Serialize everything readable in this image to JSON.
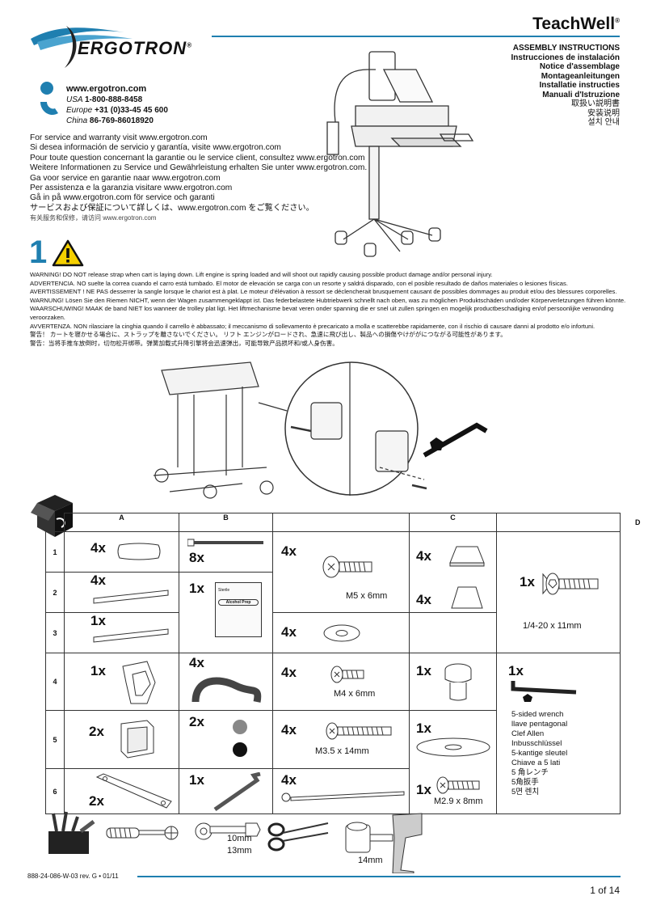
{
  "header": {
    "brand": "ERGOTRON",
    "product": "TeachWell",
    "product_mark": "®",
    "instructions": [
      "ASSEMBLY INSTRUCTIONS",
      "Instrucciones de instalación",
      "Notice d'assemblage",
      "Montageanleitungen",
      "Installatie instructies",
      "Manuali d'Istruzione"
    ],
    "instructions_cjk": [
      "取扱い説明書",
      "安装说明",
      "설치 안내"
    ]
  },
  "contact": {
    "website": "www.ergotron.com",
    "phones": [
      {
        "region": "USA",
        "number": "1-800-888-8458"
      },
      {
        "region": "Europe",
        "number": "+31 (0)33-45 45 600"
      },
      {
        "region": "China",
        "number": "86-769-86018920"
      }
    ]
  },
  "service_lines": [
    "For service and warranty visit www.ergotron.com",
    "Si desea información de servicio y garantía, visite www.ergotron.com",
    "Pour toute question concernant la garantie ou le service client, consultez www.ergotron.com",
    "Weitere Informationen zu Service und Gewährleistung erhalten Sie unter www.ergotron.com.",
    "Ga voor service en garantie naar www.ergotron.com",
    "Per assistenza e la garanzia visitare www.ergotron.com",
    "Gå in på www.ergotron.com för service och garanti",
    "サービスおよび保証について詳しくは、www.ergotron.com をご覧ください。",
    "有关服务和保修，请访问 www.ergotron.com"
  ],
  "step": {
    "number": "1",
    "warnings": [
      "WARNING! DO NOT release strap when cart is laying down. Lift engine is spring loaded and will shoot out rapidly causing possible product damage and/or personal injury.",
      "ADVERTENCIA. NO suelte la correa cuando el carro está tumbado. El motor de elevación se carga con un resorte y saldrá disparado, con el posible resultado de daños materiales o lesiones físicas.",
      "AVERTISSEMENT ! NE PAS desserrer la sangle lorsque le chariot est à plat. Le moteur d'élévation à ressort se déclencherait brusquement causant de possibles dommages au produit et/ou des blessures corporelles.",
      "WARNUNG! Lösen Sie den Riemen NICHT, wenn der Wagen zusammengeklappt ist. Das federbelastete Hubtriebwerk schnellt nach oben, was zu möglichen Produktschäden und/oder Körperverletzungen führen könnte.",
      "WAARSCHUWING! MAAK de band NIET los wanneer de trolley plat ligt. Het liftmechanisme bevat veren onder spanning die er snel uit zullen springen en mogelijk productbeschadiging en/of persoonlijke verwonding veroorzaken.",
      "AVVERTENZA. NON rilasciare la cinghia quando il carrello è abbassato; il meccanismo di sollevamento è precaricato a molla e scatterebbe rapidamente, con il rischio di causare danni al prodotto e/o infortuni.",
      "警告！ カートを寝かせる場合に、ストラップを離さないでください。 リフト エンジンがロードされ、急速に飛び出し、製品への損傷やけががにつながる可能性があります。",
      "警告：当将手推车放倒时，切勿松开绑带。弹簧加载式升降引擎将会迅速弹出，可能导致产品损坏和/或人身伤害。"
    ]
  },
  "parts": {
    "columns": [
      "A",
      "B",
      "",
      "C",
      "",
      "D"
    ],
    "rows": [
      "1",
      "2",
      "3",
      "4",
      "5",
      "6"
    ],
    "items": {
      "a1": "4x",
      "a2": "4x",
      "a3": "1x",
      "a4": "1x",
      "a5": "2x",
      "a6": "2x",
      "b1": "8x",
      "b2": "1x",
      "b4": "4x",
      "b5": "2x",
      "b6": "1x",
      "c1": "4x",
      "c1_label": "M5 x 6mm",
      "c3": "4x",
      "c4": "4x",
      "c4_label": "M4 x 6mm",
      "c5": "4x",
      "c5_label": "M3.5 x 14mm",
      "c6": "4x",
      "d1": "4x",
      "d2": "4x",
      "d4": "1x",
      "d5": "1x",
      "d6": "1x",
      "d6_label": "M2.9 x 8mm",
      "e1": "1x",
      "e1_label": "1/4-20 x 11mm",
      "e4": "1x",
      "prep_sterile": "Sterile",
      "prep_label": "Alcohol Prep"
    },
    "wrench_names": [
      "5-sided wrench",
      "llave pentagonal",
      "Clef Allen",
      "Inbusschlüssel",
      "5-kantige sleutel",
      "Chiave a 5 lati",
      "5 角レンチ",
      "5角扳手",
      "5면 렌치"
    ]
  },
  "tools": {
    "wrench_sizes": [
      "10mm",
      "13mm"
    ],
    "socket_size": "14mm"
  },
  "footer": {
    "code": "888-24-086-W-03 rev. G • 01/11",
    "page": "1 of 14"
  },
  "colors": {
    "accent": "#1f7fb0",
    "warning": "#f5d000"
  }
}
